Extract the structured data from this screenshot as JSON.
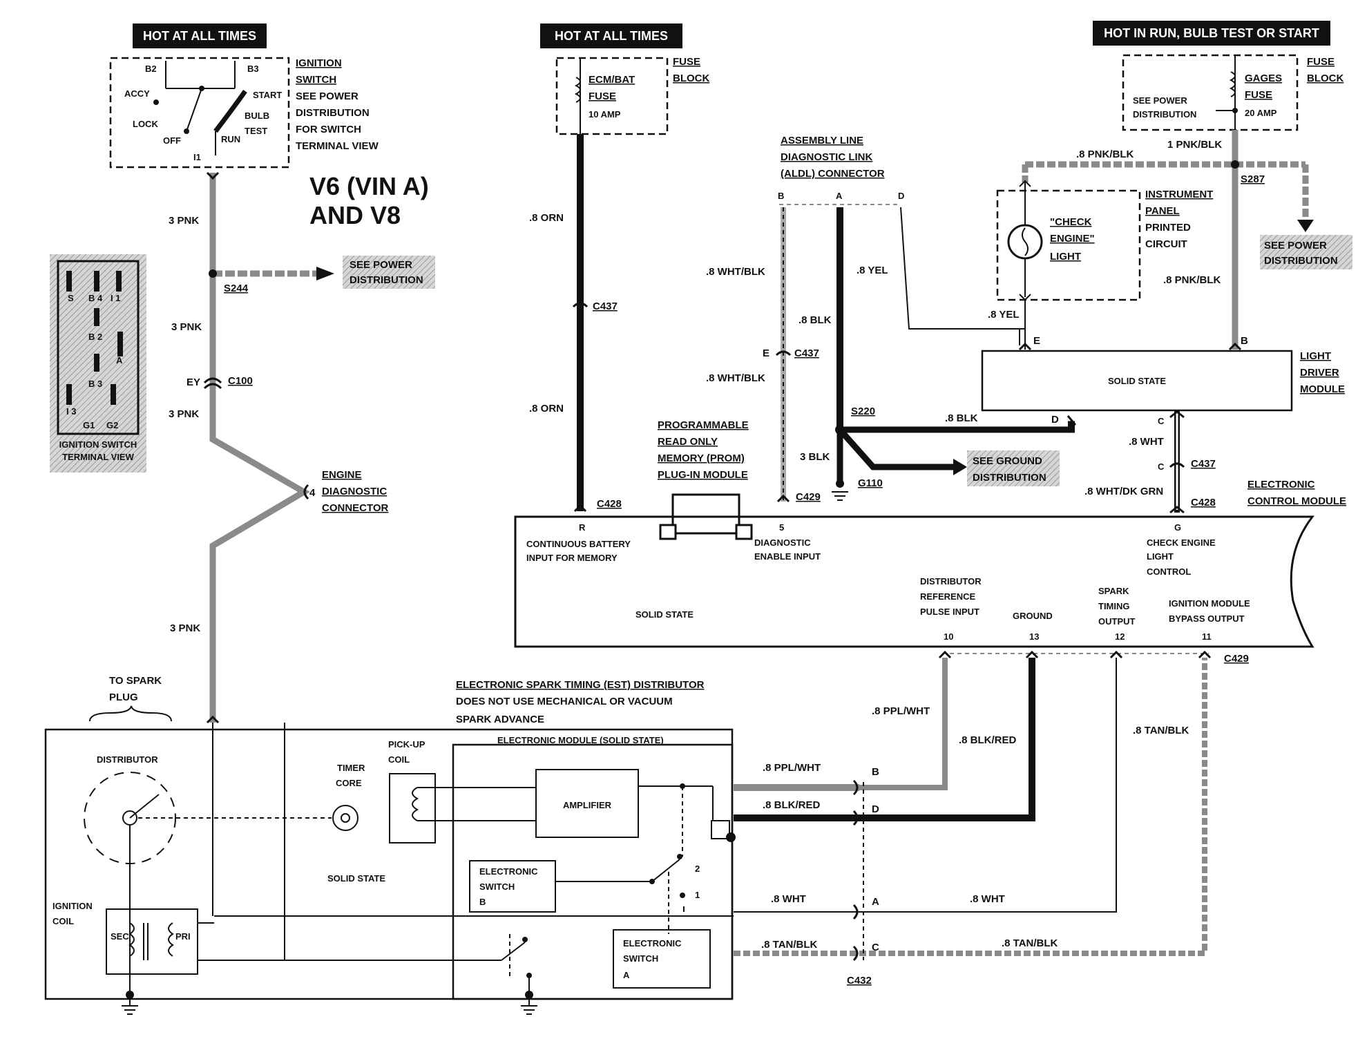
{
  "headers": {
    "hot_always_left": "HOT AT ALL TIMES",
    "hot_always_mid": "HOT AT ALL TIMES",
    "hot_in_run": "HOT IN RUN,  BULB TEST OR START"
  },
  "ignition_switch": {
    "terminals": {
      "b2": "B2",
      "b3": "B3",
      "accy": "ACCY",
      "start": "START",
      "lock": "LOCK",
      "bulb": "BULB",
      "test": "TEST",
      "off": "OFF",
      "run": "RUN",
      "i1": "I1"
    },
    "note": [
      "IGNITION",
      "SWITCH",
      "SEE POWER",
      "DISTRIBUTION",
      "FOR SWITCH",
      "TERMINAL VIEW"
    ]
  },
  "title": [
    "V6  (VIN  A)",
    "AND  V8"
  ],
  "terminal_view": {
    "pins": {
      "s": "S",
      "b4": "B 4",
      "i1": "I 1",
      "b2": "B 2",
      "a": "A",
      "b3": "B 3",
      "i3": "I 3",
      "g1": "G1",
      "g2": "G2"
    },
    "caption": [
      "IGNITION SWITCH",
      "TERMINAL VIEW"
    ]
  },
  "left_circuit": {
    "wire1": "3 PNK",
    "splice": "S244",
    "see_power": [
      "SEE POWER",
      "DISTRIBUTION"
    ],
    "wire2": "3 PNK",
    "conn_ey": "EY",
    "conn_c100": "C100",
    "wire3": "3 PNK",
    "engine_diag": [
      "ENGINE",
      "DIAGNOSTIC",
      "CONNECTOR"
    ],
    "engine_diag_pin": "4",
    "wire4": "3 PNK",
    "spark_plug": [
      "TO SPARK",
      "PLUG"
    ]
  },
  "fuse_mid": {
    "name": [
      "ECM/BAT",
      "FUSE"
    ],
    "amp": "10 AMP",
    "block": [
      "FUSE",
      "BLOCK"
    ],
    "wire1": ".8 ORN",
    "conn": "C437",
    "wire2": ".8 ORN",
    "conn2": "C428"
  },
  "aldl": {
    "title": [
      "ASSEMBLY LINE",
      "DIAGNOSTIC LINK",
      "(ALDL) CONNECTOR"
    ],
    "pins": {
      "b": "B",
      "a": "A",
      "d": "D"
    },
    "wire_wht_blk1": ".8 WHT/BLK",
    "wire_blk": ".8 BLK",
    "wire_yel": ".8 YEL",
    "conn_e": "E",
    "conn_c437": "C437",
    "wire_wht_blk2": ".8 WHT/BLK",
    "splice": "S220",
    "wire_blk2": ".8 BLK",
    "wire_3blk": "3 BLK",
    "ground": "G110",
    "see_ground": [
      "SEE GROUND",
      "DISTRIBUTION"
    ],
    "conn_c429": "C429"
  },
  "gages": {
    "name": [
      "GAGES",
      "FUSE"
    ],
    "amp": "20 AMP",
    "block": [
      "FUSE",
      "BLOCK"
    ],
    "see_power": [
      "SEE POWER",
      "DISTRIBUTION"
    ],
    "wire_main": "1 PNK/BLK",
    "wire_branch": ".8 PNK/BLK",
    "splice": "S287",
    "see_power_right": [
      "SEE POWER",
      "DISTRIBUTION"
    ],
    "wire_down": ".8 PNK/BLK"
  },
  "instrument_panel": {
    "label": [
      "INSTRUMENT",
      "PANEL",
      "PRINTED",
      "CIRCUIT"
    ],
    "lamp": [
      "\"CHECK",
      "ENGINE\"",
      "LIGHT"
    ],
    "wire_yel": ".8 YEL"
  },
  "light_driver": {
    "inside": "SOLID STATE",
    "label": [
      "LIGHT",
      "DRIVER",
      "MODULE"
    ],
    "pins": {
      "e": "E",
      "b": "B",
      "d": "D",
      "c1": "C",
      "c2": "C"
    },
    "wire_wht": ".8 WHT",
    "conn_c437": "C437",
    "wire_wht_dkgrn": ".8 WHT/DK GRN",
    "conn_c428": "C428"
  },
  "prom": [
    "PROGRAMMABLE",
    "READ ONLY",
    "MEMORY (PROM)",
    "PLUG-IN MODULE"
  ],
  "ecm": {
    "label": [
      "ELECTRONIC",
      "CONTROL MODULE"
    ],
    "pin_r": "R",
    "r_desc": [
      "CONTINUOUS BATTERY",
      "INPUT FOR MEMORY"
    ],
    "pin_5": "5",
    "p5_desc": [
      "DIAGNOSTIC",
      "ENABLE INPUT"
    ],
    "pin_g": "G",
    "g_desc": [
      "CHECK ENGINE",
      "LIGHT",
      "CONTROL"
    ],
    "solid_state": "SOLID STATE",
    "dist_ref": [
      "DISTRIBUTOR",
      "REFERENCE",
      "PULSE INPUT"
    ],
    "ground": "GROUND",
    "spark_timing": [
      "SPARK",
      "TIMING",
      "OUTPUT"
    ],
    "bypass": [
      "IGNITION MODULE",
      "BYPASS OUTPUT"
    ],
    "pins_bottom": {
      "p10": "10",
      "p13": "13",
      "p12": "12",
      "p11": "11"
    },
    "conn_c429": "C429"
  },
  "est": {
    "title": [
      "ELECTRONIC SPARK TIMING (EST) DISTRIBUTOR",
      "DOES NOT USE MECHANICAL OR VACUUM",
      "SPARK ADVANCE"
    ],
    "distributor": "DISTRIBUTOR",
    "timer_core": [
      "TIMER",
      "CORE"
    ],
    "pickup_coil": [
      "PICK-UP",
      "COIL"
    ],
    "module_title": "ELECTRONIC MODULE (SOLID STATE)",
    "amplifier": "AMPLIFIER",
    "solid_state": "SOLID STATE",
    "switch_b": [
      "ELECTRONIC",
      "SWITCH",
      "B"
    ],
    "switch_a": [
      "ELECTRONIC",
      "SWITCH",
      "A"
    ],
    "pos_2": "2",
    "pos_1": "1",
    "ign_coil": [
      "IGNITION",
      "COIL"
    ],
    "sec": "SEC",
    "pri": "PRI"
  },
  "est_wiring": {
    "wire_ppl_wht_top": ".8 PPL/WHT",
    "wire_blk_red_top": ".8 BLK/RED",
    "wire_tan_blk_top": ".8 TAN/BLK",
    "wire_ppl_wht": ".8 PPL/WHT",
    "pin_b": "B",
    "wire_blk_red": ".8 BLK/RED",
    "pin_d": "D",
    "wire_wht_left": ".8 WHT",
    "pin_a": "A",
    "wire_wht_right": ".8 WHT",
    "wire_tan_blk_left": ".8 TAN/BLK",
    "pin_c": "C",
    "wire_tan_blk_right": ".8 TAN/BLK",
    "conn_c432": "C432"
  },
  "colors": {
    "wire_black": "#111111",
    "wire_shaded": "#8a8a8a",
    "label_bg": "#d0d0d0",
    "header_bg": "#111111"
  }
}
